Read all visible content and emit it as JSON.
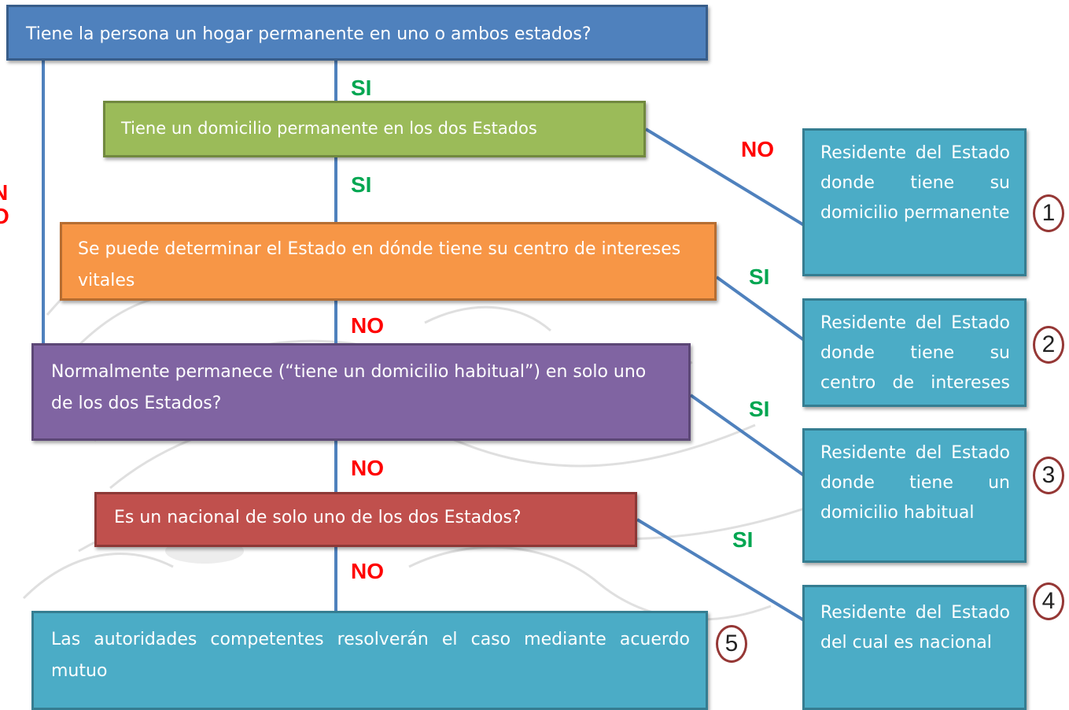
{
  "nodes": {
    "q_home": "Tiene la persona un hogar permanente en uno o ambos estados?",
    "q_both": "Tiene un domicilio permanente en los dos Estados",
    "q_vital": "Se puede determinar el Estado en dónde tiene su centro de intereses vitales",
    "q_habitual": "Normalmente permanece (“tiene un domicilio habitual”) en solo uno de los dos Estados?",
    "q_national": "Es un nacional de solo uno de los dos Estados?",
    "mutual": "Las autoridades competentes resolverán el caso mediante acuerdo mutuo"
  },
  "results": [
    {
      "text": "Residente del Estado donde tiene su domicilio permanente",
      "number": "1"
    },
    {
      "text": "Residente del Estado donde tiene su centro de intereses vitales",
      "number": "2"
    },
    {
      "text": "Residente del Estado donde tiene un domicilio habitual",
      "number": "3"
    },
    {
      "text": "Residente del Estado del cual es nacional",
      "number": "4"
    }
  ],
  "mutual_number": "5",
  "edge_labels": {
    "si_1": "SI",
    "si_2": "SI",
    "no_1": "NO",
    "no_2": "NO",
    "no_3": "NO",
    "no_right": "NO",
    "si_right_2": "SI",
    "si_right_3": "SI",
    "si_right_4": "SI",
    "left_partial": "N\nO"
  },
  "colors": {
    "blue": "#4f81bd",
    "green": "#9bbb59",
    "orange": "#f79646",
    "purple": "#8064a2",
    "red": "#c0504d",
    "teal": "#4bacc6",
    "connector": "#4f81bd",
    "label_yes": "#00a651",
    "label_no": "#ff0000"
  }
}
